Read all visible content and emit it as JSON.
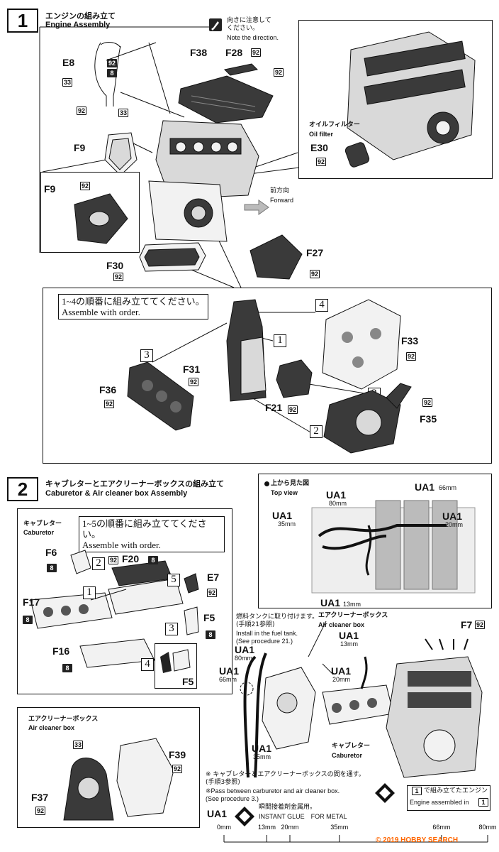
{
  "step1": {
    "number": "1",
    "title_jp": "エンジンの組み立て",
    "title_en": "Engine Assembly",
    "direction_note_jp": "向きに注意して\nください。",
    "direction_note_en": "Note the direction.",
    "oil_filter_jp": "オイルフィルター",
    "oil_filter_en": "Oil filter",
    "forward_jp": "前方向",
    "forward_en": "Forward",
    "order_note_jp": "1~4の順番に組み立ててください。",
    "order_note_en": "Assemble with order.",
    "parts": {
      "e8": "E8",
      "f38": "F38",
      "f28": "F28",
      "f9a": "F9",
      "f9b": "F9",
      "e30": "E30",
      "f30": "F30",
      "f27": "F27",
      "f33": "F33",
      "f31": "F31",
      "f36": "F36",
      "f21": "F21",
      "f35": "F35"
    },
    "order_marks": [
      "1",
      "2",
      "3",
      "4"
    ]
  },
  "step2": {
    "number": "2",
    "title_jp": "キャブレターとエアクリーナーボックスの組み立て",
    "title_en": "Caburetor & Air cleaner box Assembly",
    "top_view_jp": "上から見た図",
    "top_view_en": "Top view",
    "carb_jp": "キャブレター",
    "carb_en": "Caburetor",
    "order_note_jp": "1~5の順番に組み立ててください。",
    "order_note_en": "Assemble with order.",
    "aircleaner_jp": "エアクリーナーボックス",
    "aircleaner_en": "Air cleaner box",
    "fuel_tank_jp": "燃料タンクに取り付けます。\n(手順21参照)",
    "fuel_tank_en": "Install in the fuel tank.\n(See procedure 21.)",
    "carb_label_jp": "キャブレター",
    "carb_label_en": "Caburetor",
    "pass_note_jp": "※ キャブレターとエアクリーナーボックスの間を通す。\n(手順3参照)",
    "pass_note_en": "※Pass between carburetor and air cleaner box.\n(See procedure 3.)",
    "engine_assembled_jp": "で組み立てたエンジン",
    "engine_assembled_en": "Engine assembled in",
    "engine_step_ref": "1",
    "glue_jp": "瞬間接着剤金属用。",
    "glue_en": "INSTANT GLUE　FOR METAL",
    "parts": {
      "f6": "F6",
      "f20": "F20",
      "e7": "E7",
      "f17": "F17",
      "f5a": "F5",
      "f5b": "F5",
      "f16": "F16",
      "f39": "F39",
      "f37": "F37",
      "f7": "F7"
    },
    "ua1_labels": {
      "t80": "UA1",
      "t66": "UA1",
      "t35": "UA1",
      "t20": "UA1",
      "t13": "UA1",
      "b13": "UA1",
      "b80": "UA1",
      "b20": "UA1",
      "b66": "UA1",
      "b35": "UA1",
      "legend": "UA1"
    },
    "ua1_lengths": {
      "t80": "80mm",
      "t66": "66mm",
      "t35": "35mm",
      "t20": "20mm",
      "t13": "13mm",
      "b13": "13mm",
      "b80": "80mm",
      "b20": "20mm",
      "b66": "66mm",
      "b35": "35mm"
    },
    "order_marks": [
      "1",
      "2",
      "3",
      "4",
      "5"
    ]
  },
  "badges": {
    "b92": "92",
    "b33": "33",
    "b8": "8"
  },
  "ruler": {
    "ticks": [
      "0mm",
      "13mm",
      "20mm",
      "35mm",
      "66mm",
      "80mm"
    ],
    "values_mm": [
      0,
      13,
      20,
      35,
      66,
      80
    ]
  },
  "watermark": "© 2019 HOBBY SEARCH"
}
